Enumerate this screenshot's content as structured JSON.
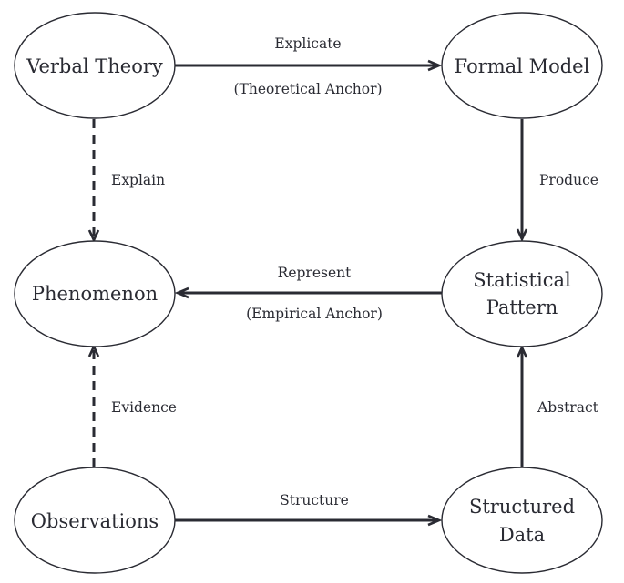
{
  "diagram": {
    "type": "flow",
    "colors": {
      "ink": "#2a2b33",
      "background": "#ffffff"
    },
    "nodes": [
      {
        "id": "verbal_theory",
        "lines": [
          "Verbal Theory"
        ]
      },
      {
        "id": "formal_model",
        "lines": [
          "Formal Model"
        ]
      },
      {
        "id": "phenomenon",
        "lines": [
          "Phenomenon"
        ]
      },
      {
        "id": "statistical_pattern",
        "lines": [
          "Statistical",
          "Pattern"
        ]
      },
      {
        "id": "observations",
        "lines": [
          "Observations"
        ]
      },
      {
        "id": "structured_data",
        "lines": [
          "Structured",
          "Data"
        ]
      }
    ],
    "edges": [
      {
        "id": "explicate",
        "from": "verbal_theory",
        "to": "formal_model",
        "style": "solid",
        "label": "Explicate",
        "sublabel": "(Theoretical Anchor)"
      },
      {
        "id": "produce",
        "from": "formal_model",
        "to": "statistical_pattern",
        "style": "solid",
        "label": "Produce"
      },
      {
        "id": "represent",
        "from": "statistical_pattern",
        "to": "phenomenon",
        "style": "solid",
        "label": "Represent",
        "sublabel": "(Empirical Anchor)"
      },
      {
        "id": "explain",
        "from": "verbal_theory",
        "to": "phenomenon",
        "style": "dashed",
        "label": "Explain"
      },
      {
        "id": "evidence",
        "from": "observations",
        "to": "phenomenon",
        "style": "dashed",
        "label": "Evidence"
      },
      {
        "id": "structure",
        "from": "observations",
        "to": "structured_data",
        "style": "solid",
        "label": "Structure"
      },
      {
        "id": "abstract",
        "from": "structured_data",
        "to": "statistical_pattern",
        "style": "solid",
        "label": "Abstract"
      }
    ]
  }
}
